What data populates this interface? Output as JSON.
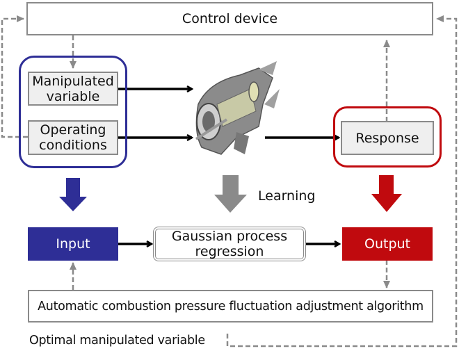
{
  "control_device": {
    "label": "Control device"
  },
  "input_group": {
    "manipulated_variable": {
      "label_line1": "Manipulated",
      "label_line2": "variable"
    },
    "operating_conditions": {
      "label_line1": "Operating",
      "label_line2": "conditions"
    }
  },
  "response": {
    "label": "Response"
  },
  "learning": {
    "label": "Learning"
  },
  "input_block": {
    "label": "Input"
  },
  "gpr_block": {
    "label_line1": "Gaussian process",
    "label_line2": "regression"
  },
  "output_block": {
    "label": "Output"
  },
  "algorithm": {
    "label": "Automatic combustion pressure fluctuation adjustment algorithm"
  },
  "optimal_variable": {
    "label": "Optimal manipulated variable"
  },
  "turbine": {
    "icon": "gas-turbine-image"
  },
  "colors": {
    "blue": "#2e2e96",
    "red": "#c00a0e",
    "gray": "#8a8a8a"
  }
}
